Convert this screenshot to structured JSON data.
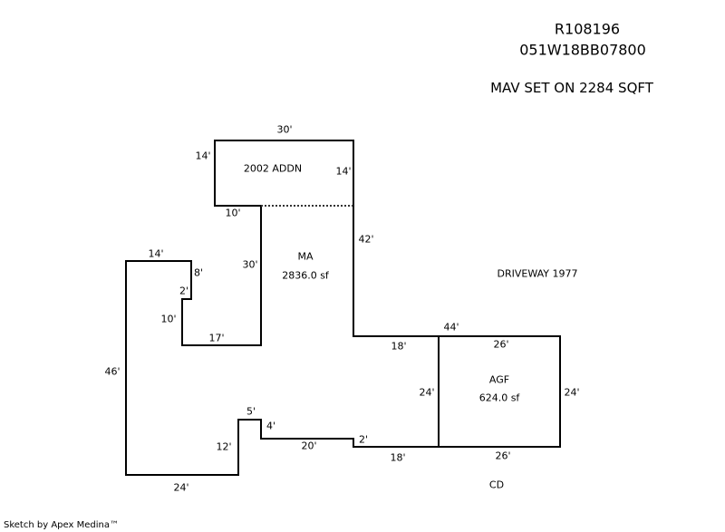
{
  "header": {
    "parcel_id": "R108196",
    "map_number": "051W18BB07800",
    "note": "MAV SET ON 2284 SQFT"
  },
  "areas": {
    "addition": "2002 ADDN",
    "main": {
      "name": "MA",
      "area": "2836.0 sf"
    },
    "garage": {
      "name": "AGF",
      "area": "624.0 sf"
    },
    "driveway": "DRIVEWAY 1977",
    "deck": "CD"
  },
  "dimensions": [
    "30'",
    "14'",
    "14'",
    "10'",
    "42'",
    "30'",
    "14'",
    "8'",
    "2'",
    "10'",
    "17'",
    "46'",
    "44'",
    "18'",
    "26'",
    "24'",
    "24'",
    "5'",
    "4'",
    "12'",
    "20'",
    "2'",
    "18'",
    "26'",
    "24'"
  ],
  "footer": "Sketch by Apex Medina™",
  "colors": {
    "line": "#000000",
    "background": "#ffffff"
  }
}
